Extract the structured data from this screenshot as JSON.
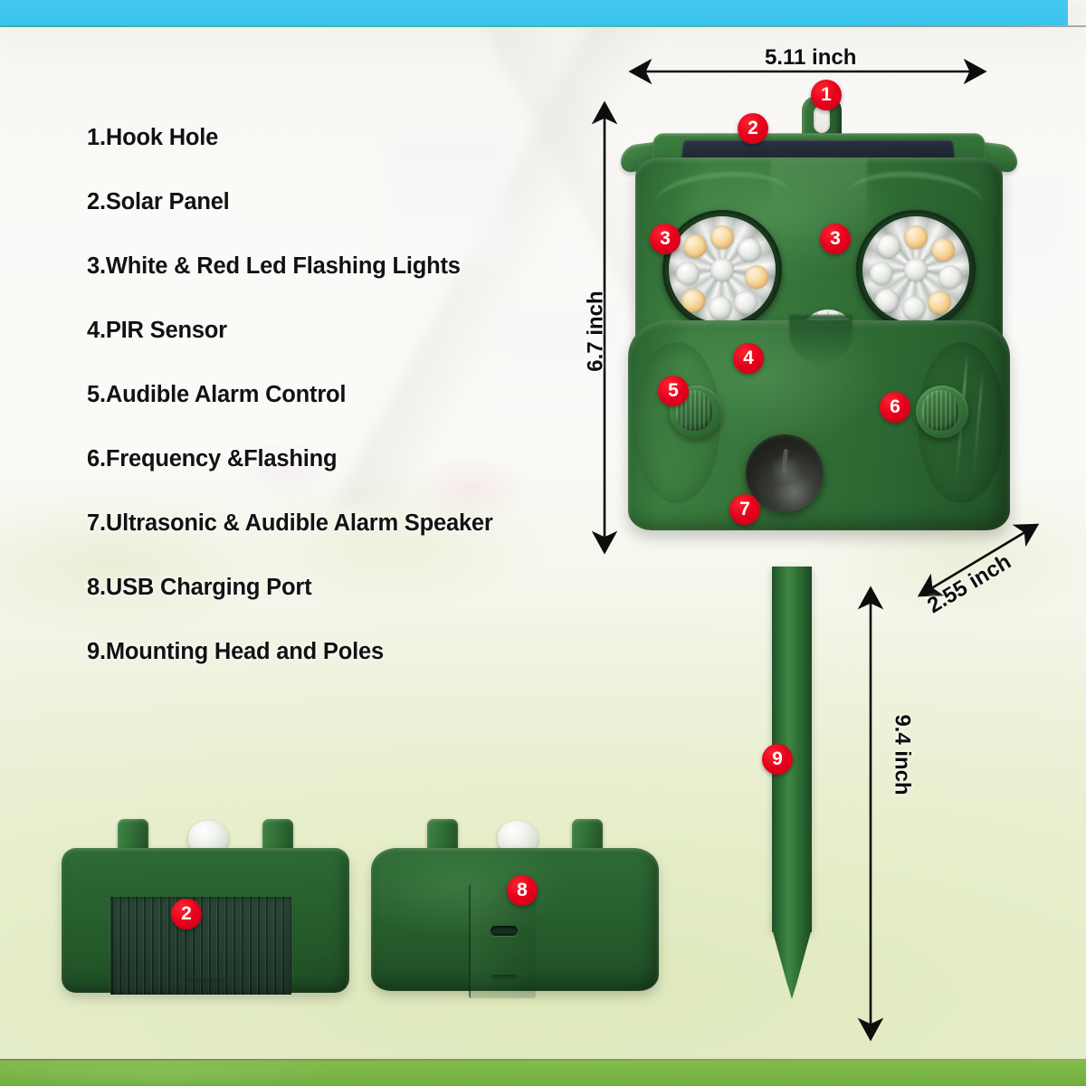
{
  "features": {
    "items": [
      "1.Hook Hole",
      "2.Solar Panel",
      "3.White & Red Led Flashing Lights",
      "4.PIR Sensor",
      "5.Audible Alarm Control",
      "6.Frequency &Flashing",
      "7.Ultrasonic & Audible Alarm Speaker",
      "8.USB Charging Port",
      "9.Mounting Head and Poles"
    ]
  },
  "dimensions": {
    "width": "5.11 inch",
    "height": "6.7 inch",
    "depth": "2.55 inch",
    "pole_length": "9.4 inch"
  },
  "callouts": {
    "hook_hole": "1",
    "solar_panel_main": "2",
    "led_left": "3",
    "led_right": "3",
    "pir_sensor": "4",
    "alarm_control": "5",
    "frequency_flashing": "6",
    "speaker": "7",
    "usb_port": "8",
    "mounting_pole": "9",
    "solar_panel_topview": "2"
  },
  "colors": {
    "badge_red": "#e8001c",
    "device_green": "#2e6a34",
    "band_cyan": "#3dc6ef",
    "band_grass": "#79b645",
    "text_black": "#121212"
  }
}
